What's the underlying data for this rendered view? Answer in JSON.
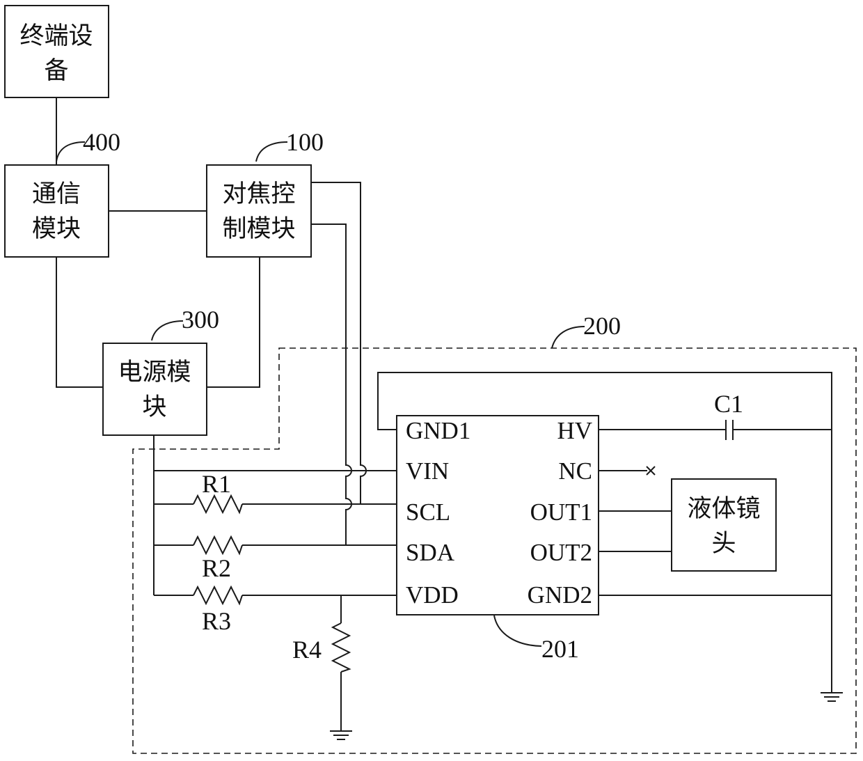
{
  "blocks": {
    "terminal": {
      "line1": "终端设",
      "line2": "备"
    },
    "comm": {
      "line1": "通信",
      "line2": "模块",
      "ref": "400"
    },
    "focus": {
      "line1": "对焦控",
      "line2": "制模块",
      "ref": "100"
    },
    "power": {
      "line1": "电源模",
      "line2": "块",
      "ref": "300"
    },
    "lens": {
      "line1": "液体镜",
      "line2": "头"
    }
  },
  "subsystem": {
    "ref": "200"
  },
  "chip": {
    "ref": "201",
    "pins_left": [
      "GND1",
      "VIN",
      "SCL",
      "SDA",
      "VDD"
    ],
    "pins_right": [
      "HV",
      "NC",
      "OUT1",
      "OUT2",
      "GND2"
    ]
  },
  "components": {
    "r1": "R1",
    "r2": "R2",
    "r3": "R3",
    "r4": "R4",
    "c1": "C1"
  }
}
